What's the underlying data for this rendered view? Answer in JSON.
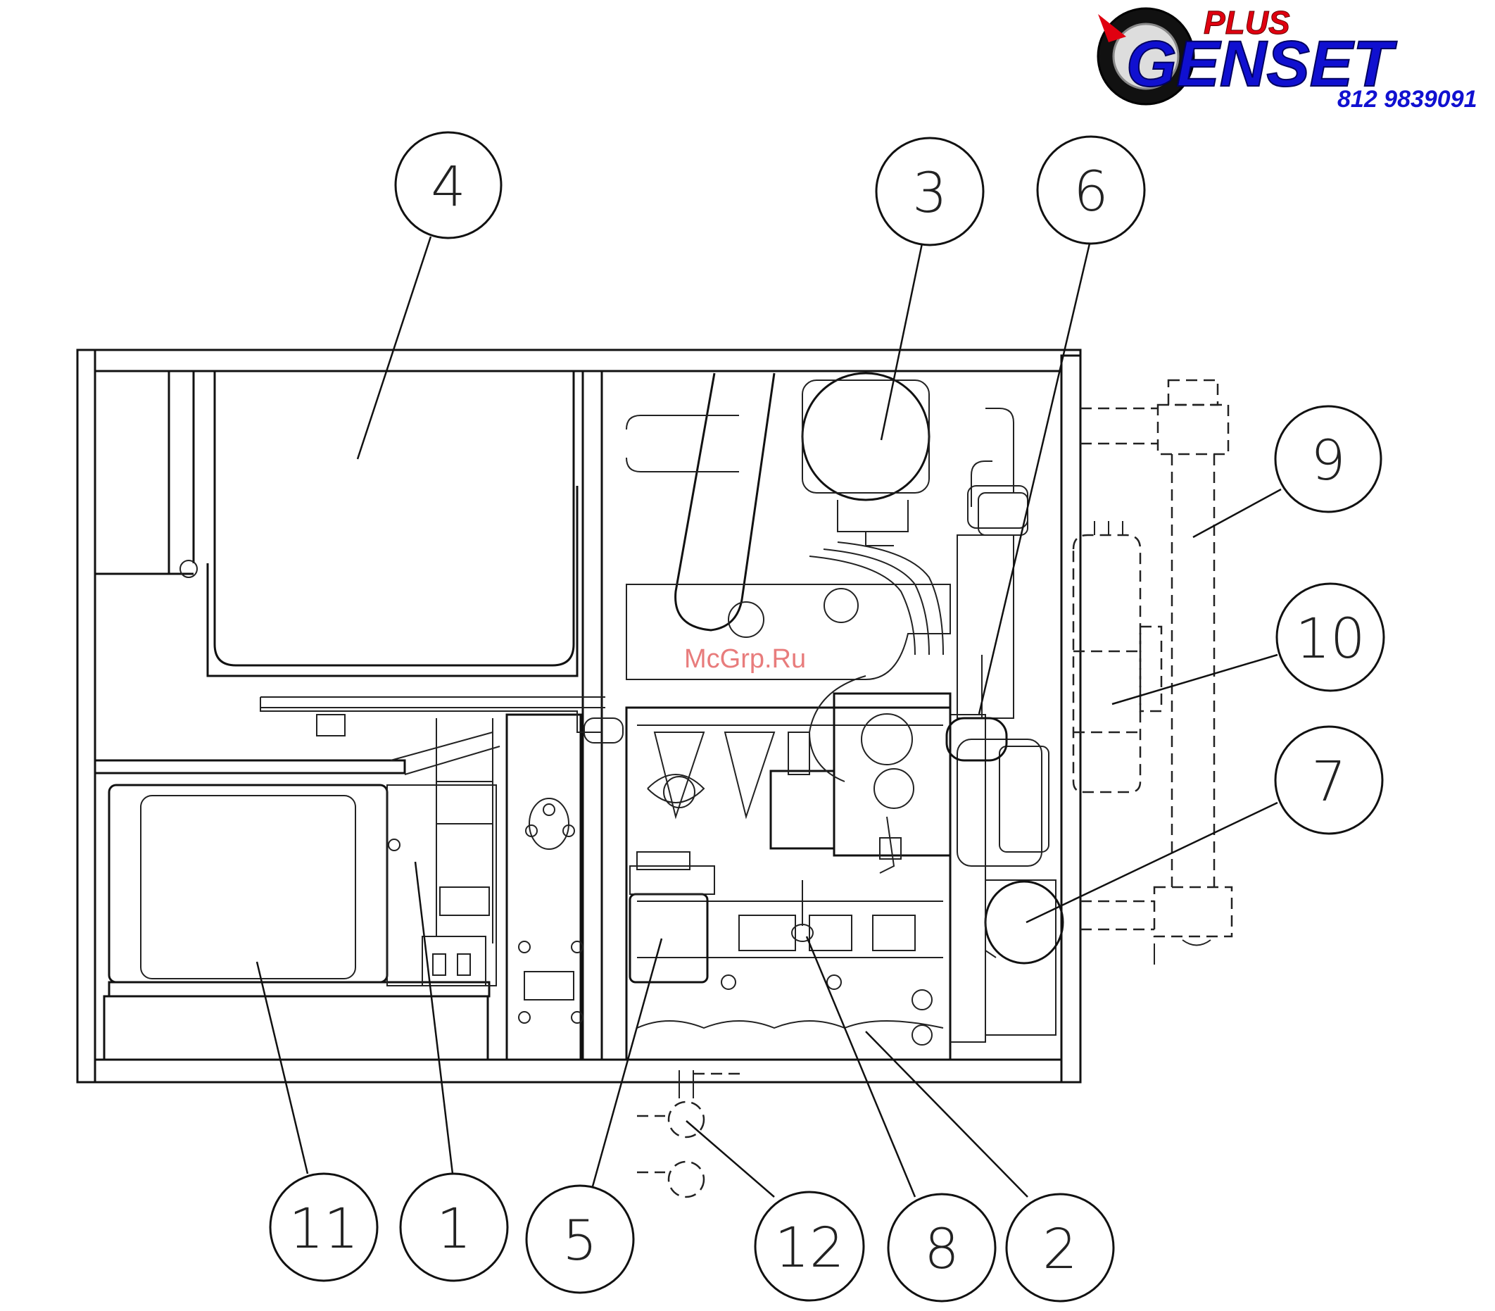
{
  "logo": {
    "line1": "PLUS",
    "line2": "GENSET",
    "phone": "812 9839091",
    "colors": {
      "red": "#e00010",
      "blue": "#1010d0",
      "ring": "#111111"
    }
  },
  "watermark": "McGrp.Ru",
  "callouts": [
    {
      "id": "callout-4",
      "label": "4"
    },
    {
      "id": "callout-3",
      "label": "3"
    },
    {
      "id": "callout-6",
      "label": "6"
    },
    {
      "id": "callout-9",
      "label": "9"
    },
    {
      "id": "callout-10",
      "label": "10"
    },
    {
      "id": "callout-7",
      "label": "7"
    },
    {
      "id": "callout-11",
      "label": "11"
    },
    {
      "id": "callout-1",
      "label": "1"
    },
    {
      "id": "callout-5",
      "label": "5"
    },
    {
      "id": "callout-12",
      "label": "12"
    },
    {
      "id": "callout-8",
      "label": "8"
    },
    {
      "id": "callout-2",
      "label": "2"
    }
  ],
  "colors": {
    "line": "#111111",
    "background": "#ffffff",
    "watermark": "#e05050"
  }
}
